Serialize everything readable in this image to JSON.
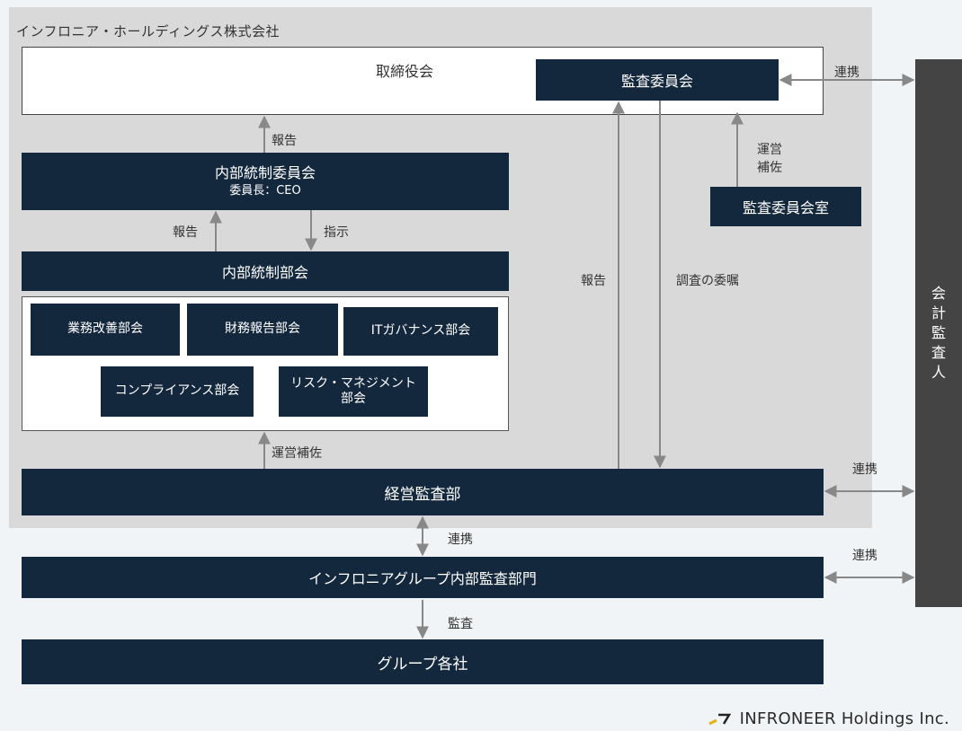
{
  "company": "インフロニア・ホールディングス株式会社",
  "board": "取締役会",
  "audit_committee": "監査委員会",
  "audit_office": "監査委員会室",
  "ic_committee": {
    "name": "内部統制委員会",
    "chair": "委員長：CEO"
  },
  "ic_division": "内部統制部会",
  "subcommittees": [
    "業務改善部会",
    "財務報告部会",
    "ITガバナンス部会",
    "コンプライアンス部会",
    "リスク・マネジメント\n部会"
  ],
  "mgmt_audit": "経営監査部",
  "group_internal_audit": "インフロニアグループ内部監査部門",
  "group_companies": "グループ各社",
  "external_auditor": [
    "会",
    "計",
    "監",
    "査",
    "人"
  ],
  "labels": {
    "report": "報告",
    "instruction": "指示",
    "ops_support": "運営補佐",
    "ops": "運営",
    "support": "補佐",
    "investigation": "調査の委嘱",
    "collaboration": "連携",
    "audit": "監査"
  },
  "logo_text": "INFRONEER Holdings Inc."
}
